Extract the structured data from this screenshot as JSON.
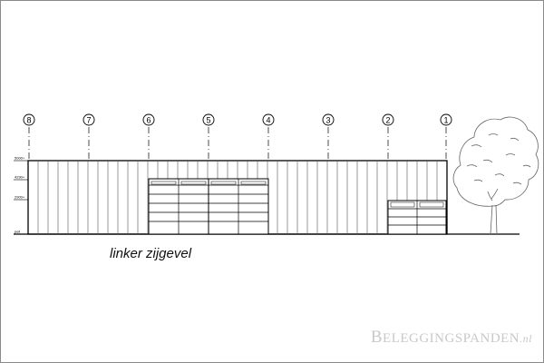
{
  "drawing": {
    "caption": "linker zijgevel",
    "gridlines": [
      "8",
      "7",
      "6",
      "5",
      "4",
      "3",
      "2",
      "1"
    ],
    "levels": [
      "5000+",
      "4290+",
      "2900+",
      "peil"
    ]
  },
  "watermark": {
    "brand_first": "B",
    "brand_rest": "ELEGGINGSPANDEN",
    "tld": ".nl"
  }
}
